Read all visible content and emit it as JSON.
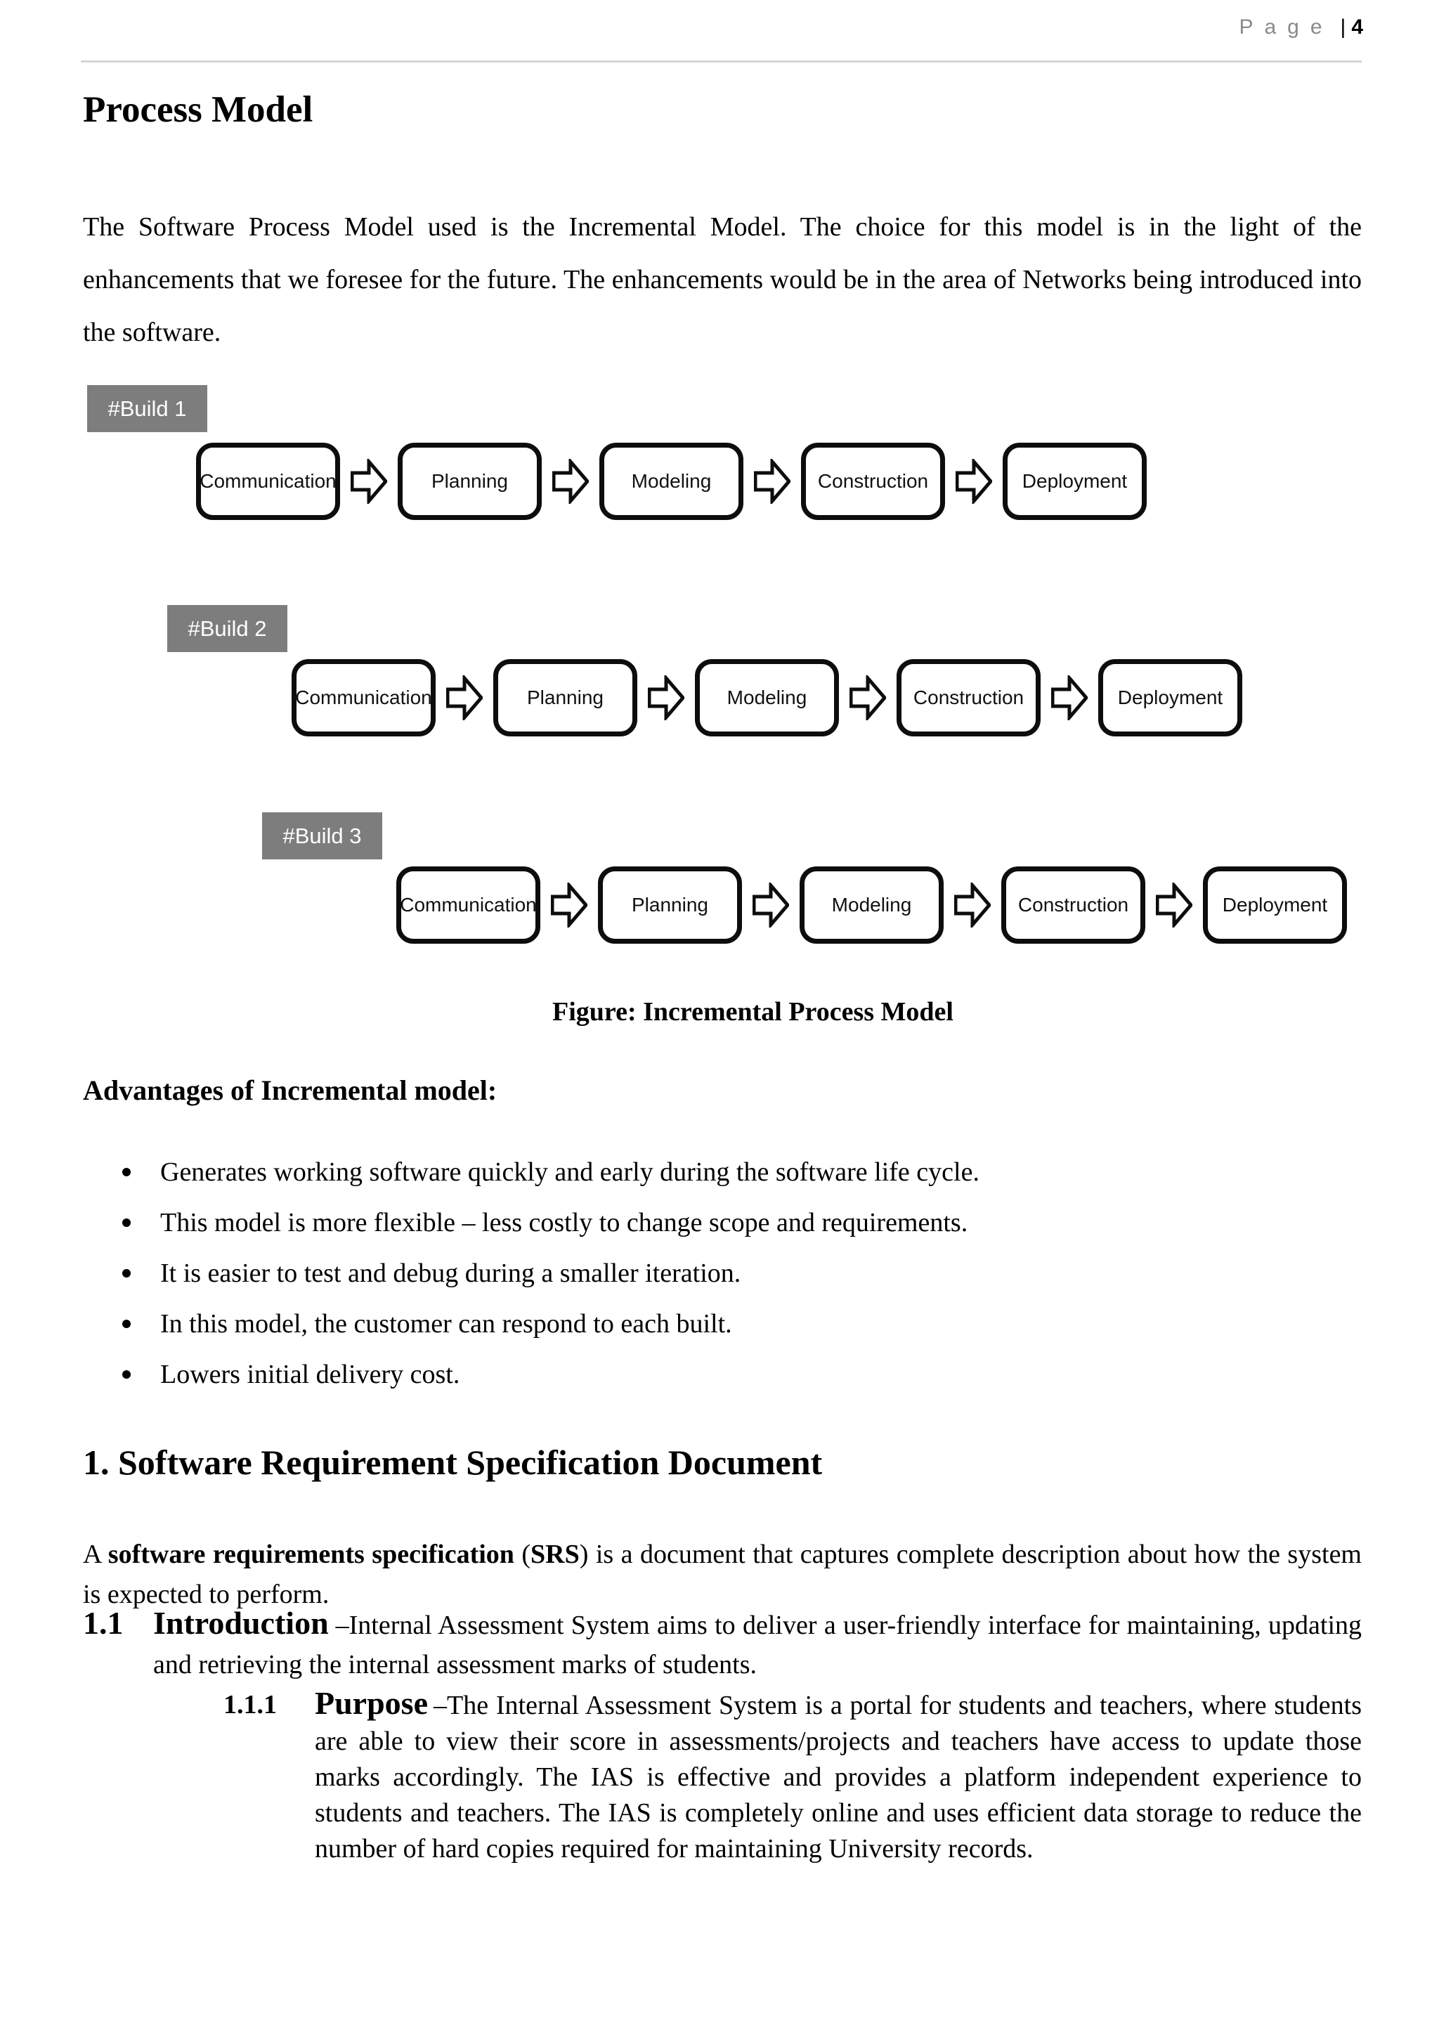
{
  "header": {
    "page_label": "Page",
    "separator": "|",
    "page_number": "4"
  },
  "title": "Process Model",
  "intro_paragraph": "The Software Process Model used is the Incremental Model. The choice for this model is in the light of the enhancements that we foresee for the future. The enhancements would be in the area of Networks being introduced into the software.",
  "diagram": {
    "builds": [
      {
        "label": "#Build 1"
      },
      {
        "label": "#Build 2"
      },
      {
        "label": "#Build 3"
      }
    ],
    "phases": [
      "Communication",
      "Planning",
      "Modeling",
      "Construction",
      "Deployment"
    ],
    "caption": "Figure: Incremental Process Model",
    "colors": {
      "build_label_bg": "#7d7d7d",
      "build_label_text": "#ffffff",
      "box_border": "#0d0d0d",
      "box_bg": "#ffffff"
    }
  },
  "advantages": {
    "heading": "Advantages of Incremental model:",
    "items": [
      "Generates working software quickly and early during the software life cycle.",
      "This model is more flexible – less costly to change scope and requirements.",
      "It is easier to test and debug during a smaller iteration.",
      "In this model, the customer can respond to each built.",
      "Lowers initial delivery cost."
    ]
  },
  "srs_section": {
    "heading": "1. Software Requirement Specification Document",
    "paragraph_segments": [
      {
        "text": "A ",
        "bold": false
      },
      {
        "text": "software requirements specification",
        "bold": true
      },
      {
        "text": " (",
        "bold": false
      },
      {
        "text": "SRS",
        "bold": true
      },
      {
        "text": ") is a document that captures complete description about how the system is expected to perform.",
        "bold": false
      }
    ]
  },
  "introduction_section": {
    "number": "1.1",
    "heading": "Introduction",
    "text": "–Internal Assessment System aims to deliver a user-friendly interface for maintaining, updating and retrieving the internal assessment marks of students."
  },
  "purpose_section": {
    "number": "1.1.1",
    "heading": "Purpose",
    "text": "–The Internal Assessment System is a portal for students and teachers, where students are able to view their score in assessments/projects and teachers have access to update those marks accordingly. The IAS is effective and provides a platform independent experience to students and teachers. The IAS is completely online and uses efficient data storage to reduce the number of hard copies required for maintaining University records."
  }
}
